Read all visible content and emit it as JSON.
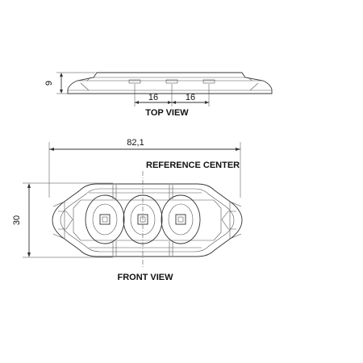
{
  "labels": {
    "top_view": "TOP VIEW",
    "front_view": "FRONT VIEW",
    "reference_center": "REFERENCE CENTER"
  },
  "dimensions": {
    "height": "9",
    "spacing_left": "16",
    "spacing_right": "16",
    "overall_width": "82,1",
    "overall_height": "30"
  }
}
